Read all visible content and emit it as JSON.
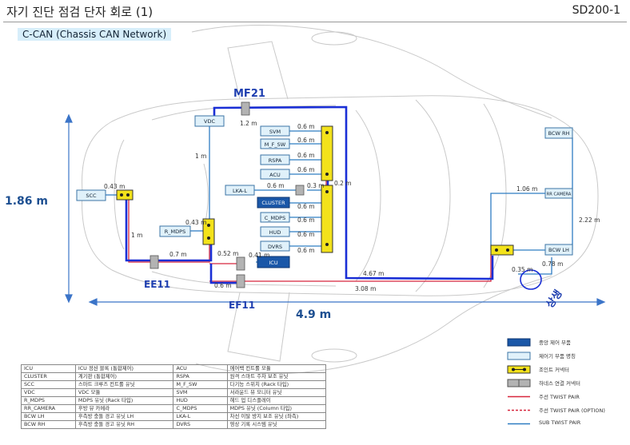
{
  "header": {
    "title": "자기 진단 점검 단자 회로 (1)",
    "code": "SD200-1"
  },
  "subtitle": "C-CAN (Chassis CAN Network)",
  "dimensions": {
    "width": "1.86 m",
    "length": "4.9 m"
  },
  "annotations": {
    "mf21": "MF21",
    "ee11": "EE11",
    "ef11": "EF11",
    "sangsa": "상생"
  },
  "modules": {
    "vdc": "VDC",
    "scc": "SCC",
    "r_mdps": "R_MDPS",
    "icu": "ICU",
    "svm": "SVM",
    "m_f_sw": "M_F_SW",
    "rspa": "RSPA",
    "acu": "ACU",
    "lka_l": "LKA-L",
    "cluster": "CLUSTER",
    "c_mdps": "C_MDPS",
    "hud": "HUD",
    "dvrs": "DVRS",
    "bcw_rh": "BCW RH",
    "rr_camera": "RR CAMERA",
    "bcw_lh": "BCW LH"
  },
  "lengths": {
    "vdc_top": "1.2 m",
    "vdc_down": "1 m",
    "scc": "0.43 m",
    "scc_down": "1 m",
    "ee_seg": "0.7 m",
    "r_mdps": "0.43 m",
    "icu_a": "0.52 m",
    "icu_b": "0.41 m",
    "bottom_left": "0.6 m",
    "bottom_mid": "3.08 m",
    "svm": "0.6 m",
    "m_f_sw": "0.6 m",
    "rspa": "0.6 m",
    "acu": "0.6 m",
    "lka_a": "0.6 m",
    "lka_b": "0.3 m",
    "cluster": "0.6 m",
    "c_mdps": "0.6 m",
    "hud": "0.6 m",
    "dvrs": "0.6 m",
    "junction_vertical": "0.2 m",
    "main_rear": "4.67 m",
    "rr_camera": "1.06 m",
    "rear_vertical": "2.22 m",
    "rear_jb": "0.35 m",
    "bcw_lh": "0.78 m"
  },
  "abbreviations": [
    [
      "ICU",
      "ICU 정션 블록 (통합제어)",
      "ACU",
      "에어백 컨트롤 모듈"
    ],
    [
      "CLUSTER",
      "계기판 (통합제어)",
      "RSPA",
      "원격 스마트 주차 보조 유닛"
    ],
    [
      "SCC",
      "스마트 크루즈 컨트롤 유닛",
      "M_F_SW",
      "다기능 스위치 (Rack 타입)"
    ],
    [
      "VDC",
      "VDC 모듈",
      "SVM",
      "서라운드 뷰 모니터 유닛"
    ],
    [
      "R_MDPS",
      "MDPS 유닛 (Rack 타입)",
      "HUD",
      "헤드 업 디스플레이"
    ],
    [
      "RR_CAMERA",
      "후방 뷰 카메라",
      "C_MDPS",
      "MDPS 유닛 (Column 타입)"
    ],
    [
      "BCW LH",
      "후측방 충돌 경고 유닛 LH",
      "LKA-L",
      "차선 이탈 방지 보조 유닛 (좌측)"
    ],
    [
      "BCW RH",
      "후측방 충돌 경고 유닛 RH",
      "DVRS",
      "영상 기록 시스템 유닛"
    ]
  ],
  "legend": [
    {
      "key": "gateway",
      "label": "중앙 제어 부품"
    },
    {
      "key": "module",
      "label": "제어기 부품 명칭"
    },
    {
      "key": "jb",
      "label": "조인트 커넥터"
    },
    {
      "key": "conn",
      "label": "하네스 연결 커넥터"
    },
    {
      "key": "main",
      "label": "주선 TWIST PAIR"
    },
    {
      "key": "option",
      "label": "주선 TWIST PAIR (OPTION)"
    },
    {
      "key": "sub",
      "label": "SUB TWIST PAIR"
    }
  ],
  "colors": {
    "main_line": "#d7263d",
    "sub_line": "#2f7dc2",
    "blue_marker": "#1a2fd6",
    "jb_fill": "#f3e21b",
    "module_fill": "#e0f1fa",
    "module_stroke": "#3b74a6",
    "gateway_fill": "#1a57a8",
    "conn_fill": "#b3b3b3"
  }
}
